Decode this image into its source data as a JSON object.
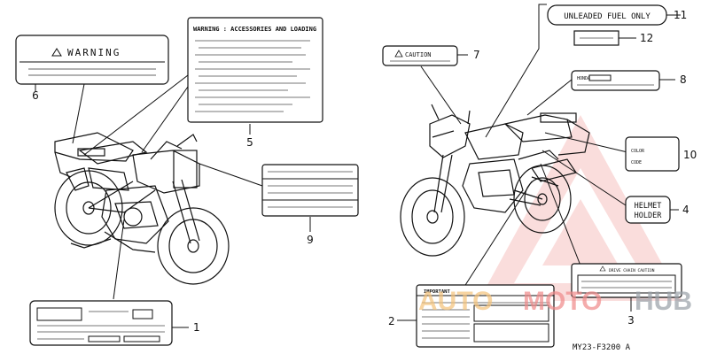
{
  "labels": {
    "warning_title": "WARNING",
    "accessories_title": "WARNING : ACCESSORIES AND LOADING",
    "caution_title": "CAUTION",
    "unleaded_text": "UNLEADED FUEL ONLY",
    "honda_text": "HONDA",
    "color_text": "COLOR",
    "code_text": "CODE",
    "helmet_line1": "HELMET",
    "helmet_line2": "HOLDER",
    "drive_chain_text": "DRIVE CHAIN CAUTION",
    "important_title": "IMPORTANT"
  },
  "callouts": {
    "n1": "1",
    "n2": "2",
    "n3": "3",
    "n4": "4",
    "n5": "5",
    "n6": "6",
    "n7": "7",
    "n8": "8",
    "n9": "9",
    "n10": "10",
    "n11": "11",
    "n12": "12"
  },
  "diagram_code": "MY23-F3200 A",
  "watermark": {
    "word_auto": "AUTO",
    "word_moto": "MOTO",
    "word_hub": "HUB",
    "color_auto": "#f4c27a",
    "color_moto": "#f08a8a",
    "color_hub": "#9aa1a8",
    "triangle_color": "#e8504a"
  }
}
